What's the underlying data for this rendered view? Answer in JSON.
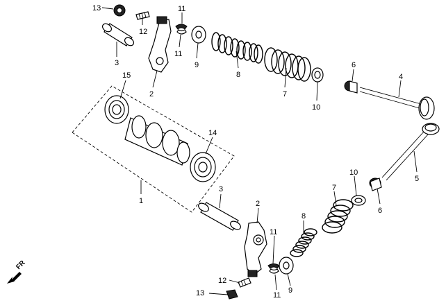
{
  "callouts": {
    "c13a": "13",
    "c12a": "12",
    "c11a": "11",
    "c11b": "11",
    "c3a": "3",
    "c15": "15",
    "c2a": "2",
    "c9a": "9",
    "c8a": "8",
    "c7a": "7",
    "c10a": "10",
    "c6a": "6",
    "c4": "4",
    "c14": "14",
    "c1": "1",
    "c3b": "3",
    "c5": "5",
    "c10b": "10",
    "c7b": "7",
    "c6b": "6",
    "c2b": "2",
    "c8b": "8",
    "c11c": "11",
    "c11d": "11",
    "c12b": "12",
    "c9b": "9",
    "c13b": "13"
  },
  "direction": {
    "label": "FR"
  }
}
